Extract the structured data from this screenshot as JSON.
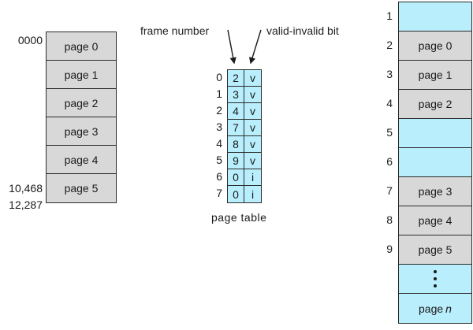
{
  "diagram": {
    "title": "paging-with-valid-invalid-bit",
    "colors": {
      "free_frame": "#b9eefc",
      "used_frame": "#d8d8d8",
      "outline": "#2b2b2b",
      "text": "#1a1a1a"
    }
  },
  "logical_memory": {
    "top_address": "0000",
    "bottom_address_1": "10,468",
    "bottom_address_2": "12,287",
    "pages": [
      {
        "label": "page 0"
      },
      {
        "label": "page 1"
      },
      {
        "label": "page 2"
      },
      {
        "label": "page 3"
      },
      {
        "label": "page 4"
      },
      {
        "label": "page 5"
      }
    ]
  },
  "annotations": {
    "frame_number": "frame number",
    "valid_invalid_bit": "valid-invalid bit"
  },
  "page_table": {
    "caption": "page  table",
    "column_headers": [
      "frame number",
      "valid-invalid bit"
    ],
    "rows": [
      {
        "index": "0",
        "frame": "2",
        "valid": "v"
      },
      {
        "index": "1",
        "frame": "3",
        "valid": "v"
      },
      {
        "index": "2",
        "frame": "4",
        "valid": "v"
      },
      {
        "index": "3",
        "frame": "7",
        "valid": "v"
      },
      {
        "index": "4",
        "frame": "8",
        "valid": "v"
      },
      {
        "index": "5",
        "frame": "9",
        "valid": "v"
      },
      {
        "index": "6",
        "frame": "0",
        "valid": "i"
      },
      {
        "index": "7",
        "frame": "0",
        "valid": "i"
      }
    ]
  },
  "physical_memory": {
    "frames": [
      {
        "index": "1",
        "label": "",
        "state": "free"
      },
      {
        "index": "2",
        "label": "page 0",
        "state": "used"
      },
      {
        "index": "3",
        "label": "page 1",
        "state": "used"
      },
      {
        "index": "4",
        "label": "page 2",
        "state": "used"
      },
      {
        "index": "5",
        "label": "",
        "state": "free"
      },
      {
        "index": "6",
        "label": "",
        "state": "free"
      },
      {
        "index": "7",
        "label": "page 3",
        "state": "used"
      },
      {
        "index": "8",
        "label": "page 4",
        "state": "used"
      },
      {
        "index": "9",
        "label": "page 5",
        "state": "used"
      },
      {
        "index": "",
        "label": "⋮",
        "state": "free"
      },
      {
        "index": "",
        "label": "page n",
        "state": "free"
      }
    ]
  }
}
